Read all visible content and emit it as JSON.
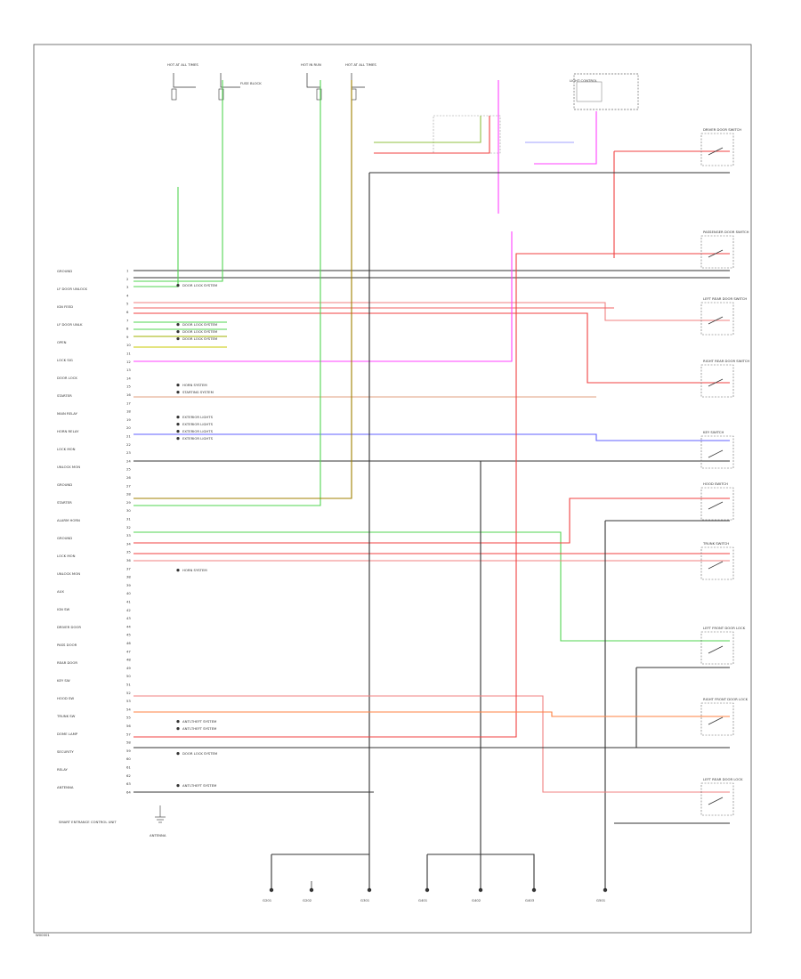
{
  "diagram": {
    "left_labels": [
      "GROUND",
      "LF DOOR UNLOCK",
      "IGN FEED",
      "LF DOOR UNLK",
      "OPEN",
      "LOCK SIG",
      "DOOR LOCK",
      "STARTER",
      "MAIN RELAY",
      "HORN RELAY",
      "LOCK MON",
      "UNLOCK MON",
      "GROUND",
      "STARTER",
      "ALARM HORN",
      "GROUND",
      "LOCK MON",
      "UNLOCK MON",
      "AUX",
      "IGN SW",
      "DRIVER DOOR",
      "PASS DOOR",
      "REAR DOOR",
      "KEY SW",
      "HOOD SW",
      "TRUNK SW",
      "DOME LAMP",
      "SECURITY",
      "RELAY",
      "ANTENNA"
    ],
    "left_notes": [
      "DOOR LOCK SYSTEM",
      "DOOR LOCK SYSTEM",
      "DOOR LOCK SYSTEM",
      "DOOR LOCK SYSTEM",
      "HORN SYSTEM",
      "STARTING SYSTEM",
      "EXTERIOR LIGHTS",
      "EXTERIOR LIGHTS",
      "EXTERIOR LIGHTS",
      "EXTERIOR LIGHTS",
      "HORN SYSTEM",
      "ANTI-THEFT SYSTEM",
      "ANTI-THEFT SYSTEM",
      "DOOR LOCK SYSTEM",
      "ANTI-THEFT SYSTEM"
    ],
    "right_components": [
      "DRIVER DOOR SWITCH",
      "PASSENGER DOOR SWITCH",
      "LEFT REAR DOOR SWITCH",
      "RIGHT REAR DOOR SWITCH",
      "KEY SWITCH",
      "HOOD SWITCH",
      "TRUNK SWITCH",
      "LEFT FRONT DOOR LOCK",
      "RIGHT FRONT DOOR LOCK",
      "LEFT REAR DOOR LOCK"
    ],
    "top_labels": [
      "HOT AT ALL TIMES",
      "HOT IN RUN",
      "HOT AT ALL TIMES",
      "FUSE BLOCK",
      "LIGHT CONTROL"
    ],
    "bottom_grounds": [
      "G201",
      "G202",
      "G301",
      "G401",
      "G402",
      "G403",
      "G501"
    ],
    "controller_label": "SMART ENTRANCE CONTROL UNIT",
    "ground_label": "ANTENNA",
    "footer_code": "W00001"
  }
}
